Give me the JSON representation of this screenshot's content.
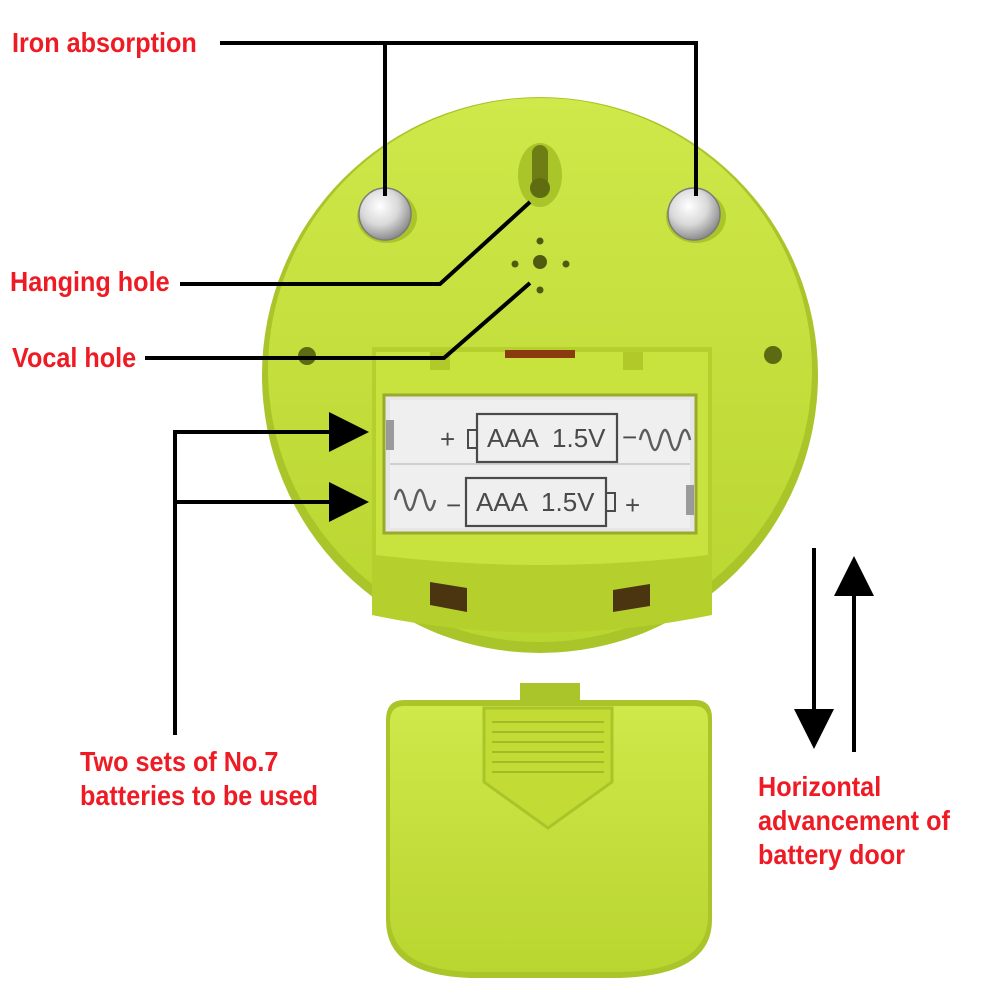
{
  "labels": {
    "iron_absorption": "Iron absorption",
    "hanging_hole": "Hanging hole",
    "vocal_hole": "Vocal hole",
    "batteries_line1": "Two sets of No.7",
    "batteries_line2": "batteries to be used",
    "door_line1": "Horizontal",
    "door_line2": "advancement of",
    "door_line3": "battery door"
  },
  "battery_compartment": {
    "battery_top": {
      "plus": "+",
      "spec": "AAA  1.5V",
      "minus": "−"
    },
    "battery_bottom": {
      "minus": "−",
      "spec": "AAA  1.5V",
      "plus": "+"
    }
  },
  "colors": {
    "label_red": "#ee1b24",
    "device_green": "#c6e23c",
    "device_shadow": "#a9c52a",
    "leader_line": "#000000"
  }
}
